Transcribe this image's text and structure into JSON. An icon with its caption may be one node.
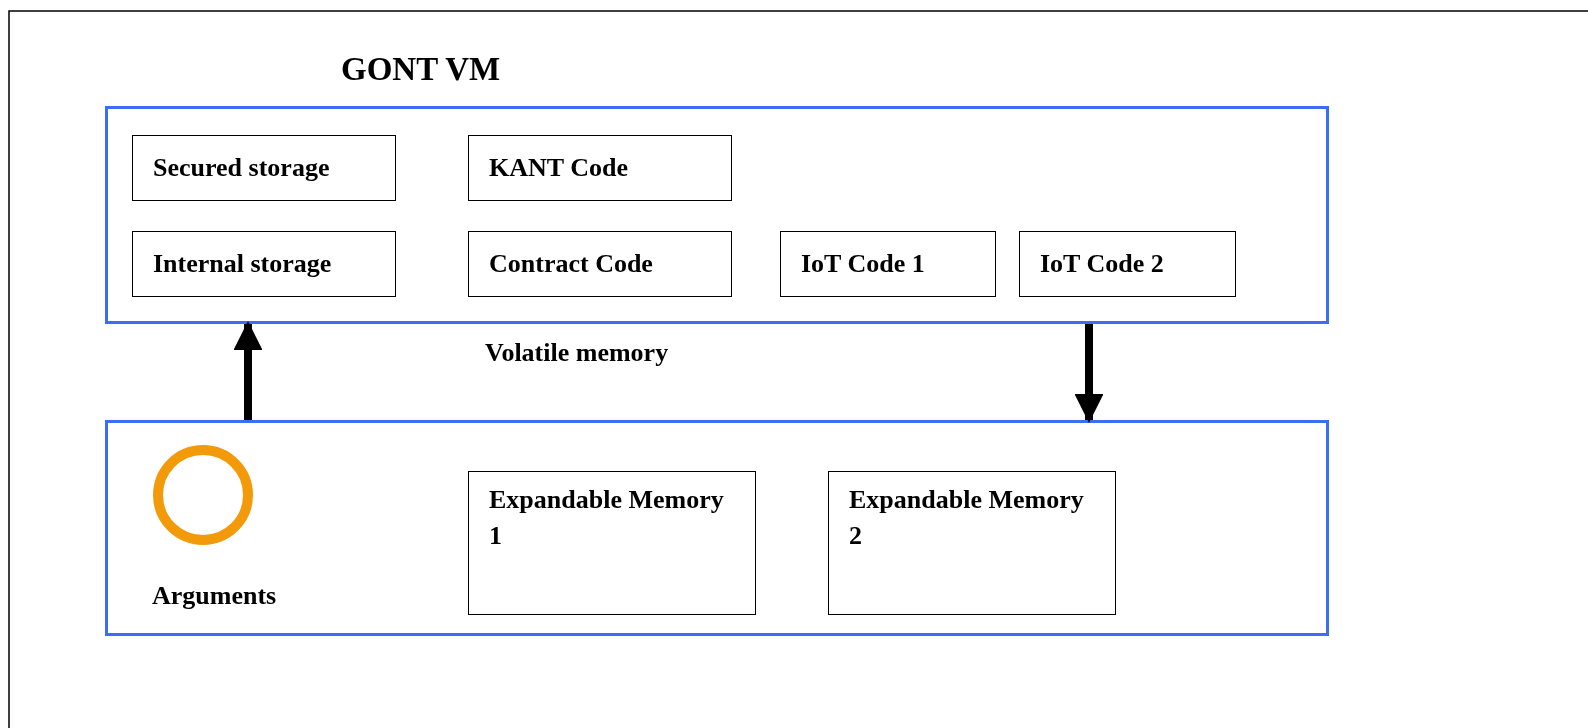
{
  "diagram": {
    "nodes": [
      {
        "text": [
          "GONT VM"
        ]
      },
      {
        "text": [
          "Secured storage"
        ],
        "in": 0
      },
      {
        "text": [
          "KANT Code"
        ],
        "in": 0
      },
      {
        "text": [
          "Internal storage"
        ],
        "in": 0
      },
      {
        "text": [
          "Contract Code"
        ],
        "in": 0
      },
      {
        "text": [
          "IoT Code 1"
        ],
        "in": 0
      },
      {
        "text": [
          "IoT Code 2"
        ],
        "in": 0
      },
      {
        "text": [],
        "shape": "box"
      },
      {
        "text": [],
        "shape": "circle",
        "in": 7,
        "beside": [
          "Arguments"
        ]
      },
      {
        "text": [
          "Expandable Memory 1"
        ],
        "in": 7
      },
      {
        "text": [
          "Expandable Memory 2"
        ],
        "in": 7
      }
    ],
    "edges": [
      {
        "from": 7,
        "to": 0,
        "arrow": "to"
      },
      {
        "from": 0,
        "to": 7,
        "arrow": "to"
      }
    ],
    "labels": [
      "Volatile memory"
    ]
  }
}
